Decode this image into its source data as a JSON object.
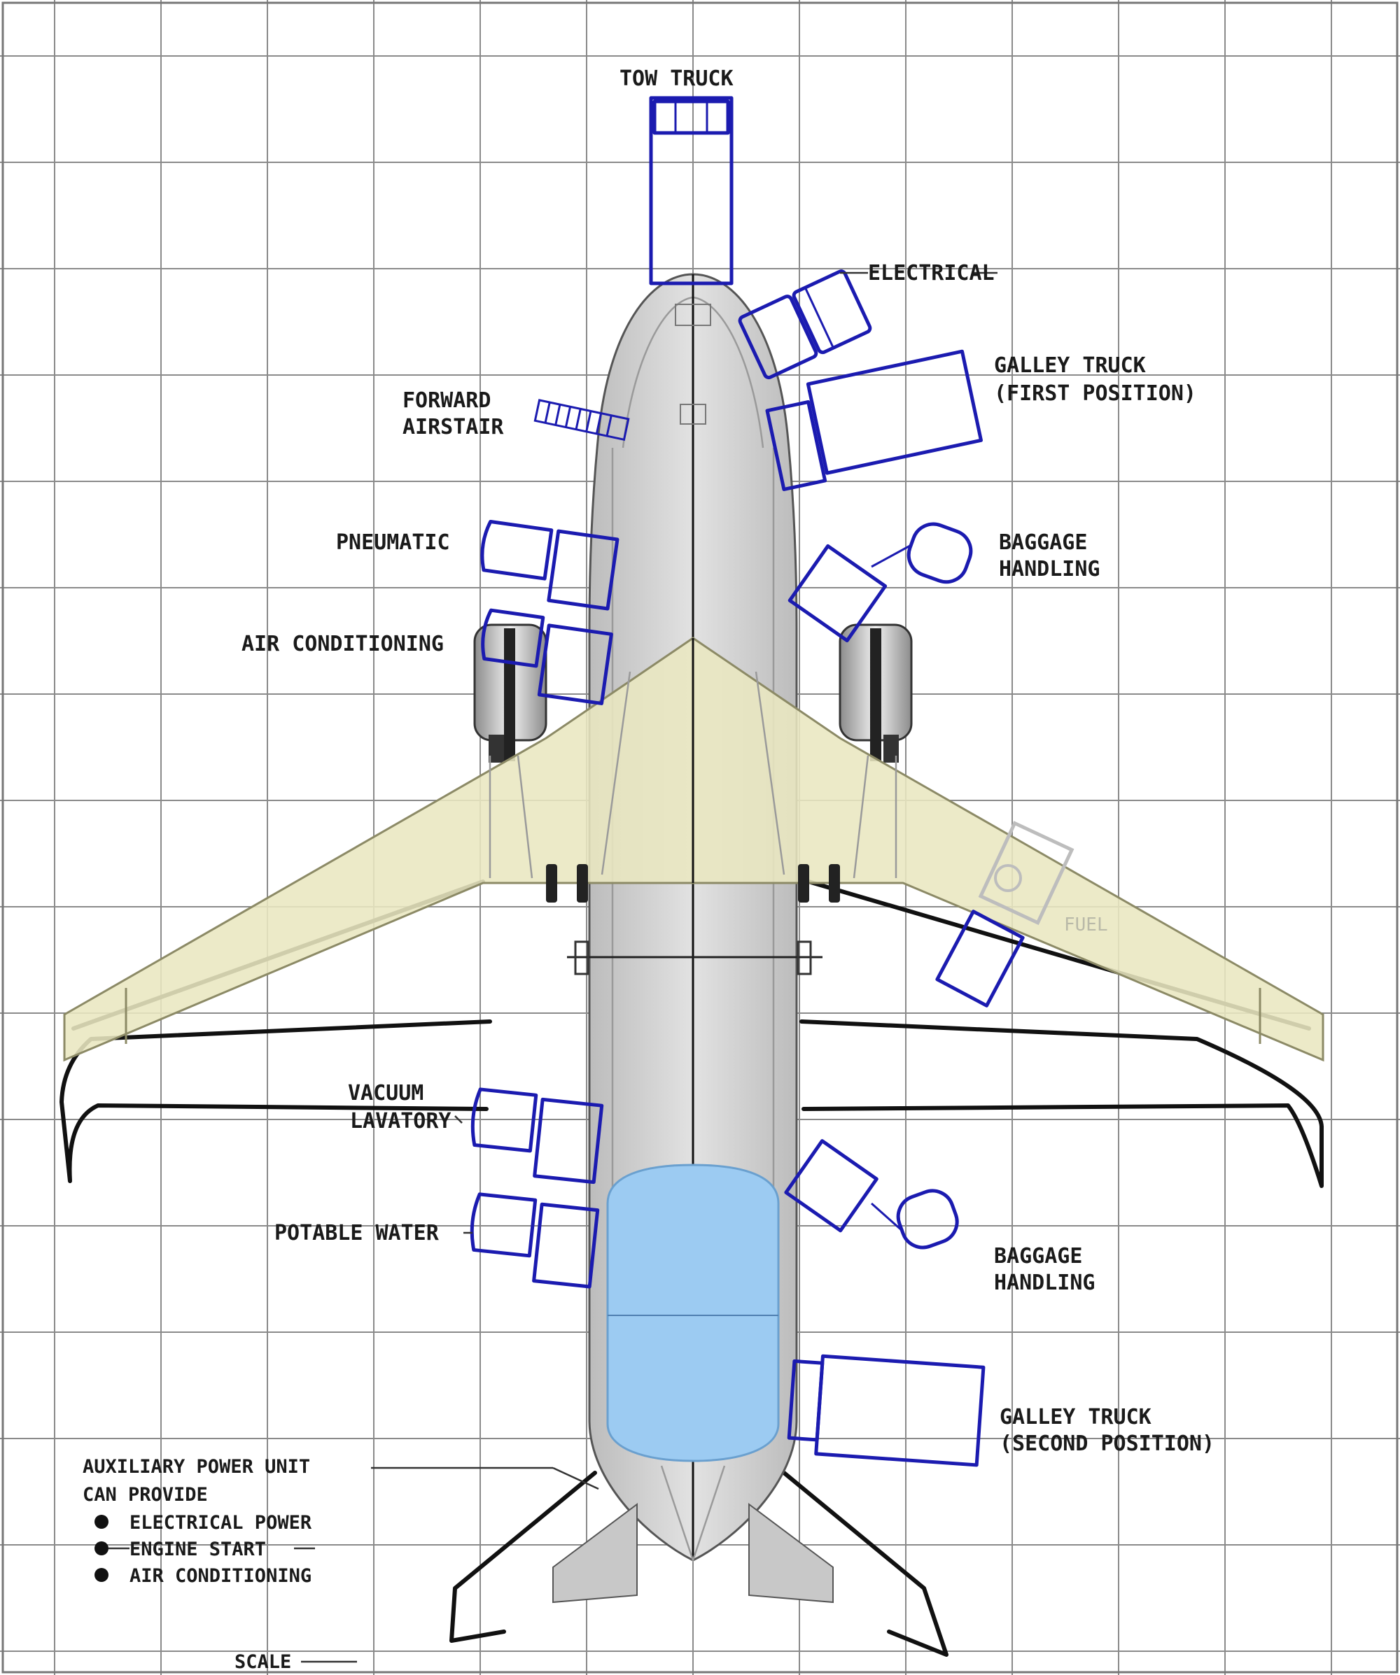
{
  "labels": {
    "tow_truck": "TOW TRUCK",
    "electrical": "ELECTRICAL",
    "galley_truck_first_1": "GALLEY TRUCK",
    "galley_truck_first_2": "(FIRST POSITION)",
    "forward_airstair_1": "FORWARD",
    "forward_airstair_2": "AIRSTAIR",
    "pneumatic": "PNEUMATIC",
    "baggage_handling_fwd_1": "BAGGAGE",
    "baggage_handling_fwd_2": "HANDLING",
    "air_conditioning": "AIR CONDITIONING",
    "fuel": "FUEL",
    "vacuum_lavatory_1": "VACUUM",
    "vacuum_lavatory_2": "LAVATORY",
    "potable_water": "POTABLE WATER",
    "baggage_handling_aft_1": "BAGGAGE",
    "baggage_handling_aft_2": "HANDLING",
    "galley_truck_second_1": "GALLEY TRUCK",
    "galley_truck_second_2": "(SECOND POSITION)",
    "apu_1": "AUXILIARY POWER UNIT",
    "apu_2": "CAN PROVIDE",
    "apu_item_1": "ELECTRICAL POWER",
    "apu_item_2": "ENGINE START",
    "apu_item_3": "AIR CONDITIONING",
    "scale": "SCALE"
  },
  "colors": {
    "equipment": "#1b1bb0",
    "wing_fill": "#e9e7c0",
    "fuselage_fill": "#d2d2d2",
    "cargo_fill": "#9ccbf2",
    "grid": "#8a8a8a"
  }
}
